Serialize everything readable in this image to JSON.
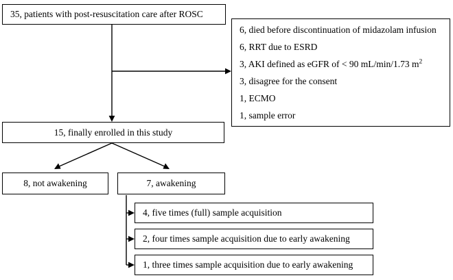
{
  "diagram": {
    "title": "Patient enrollment flow diagram",
    "type": "flowchart",
    "stroke_color": "#000000",
    "background_color": "#ffffff"
  },
  "nodes": {
    "screened": {
      "count": "35",
      "label": "35, patients with post-resuscitation care after ROSC"
    },
    "enrolled": {
      "count": "15",
      "label": "15, finally enrolled in this study"
    },
    "not_awakening": {
      "count": "8",
      "label": "8, not awakening"
    },
    "awakening": {
      "count": "7",
      "label": "7, awakening"
    },
    "five_times": {
      "count": "4",
      "label": "4, five times (full) sample acquisition"
    },
    "four_times": {
      "count": "2",
      "label": "2, four times sample acquisition due to early awakening"
    },
    "three_times": {
      "count": "1",
      "label": "1, three times sample acquisition due to early awakening"
    }
  },
  "exclusions": {
    "items": [
      {
        "count": "6",
        "label": "6, died before discontinuation of midazolam infusion"
      },
      {
        "count": "6",
        "label": "6, RRT due to ESRD"
      },
      {
        "count": "3",
        "label_before_sup": "3, AKI defined as eGFR of < 90 mL/min/1.73 m",
        "sup": "2"
      },
      {
        "count": "3",
        "label": "3, disagree for the consent"
      },
      {
        "count": "1",
        "label": "1, ECMO"
      },
      {
        "count": "1",
        "label": "1, sample error"
      }
    ]
  }
}
